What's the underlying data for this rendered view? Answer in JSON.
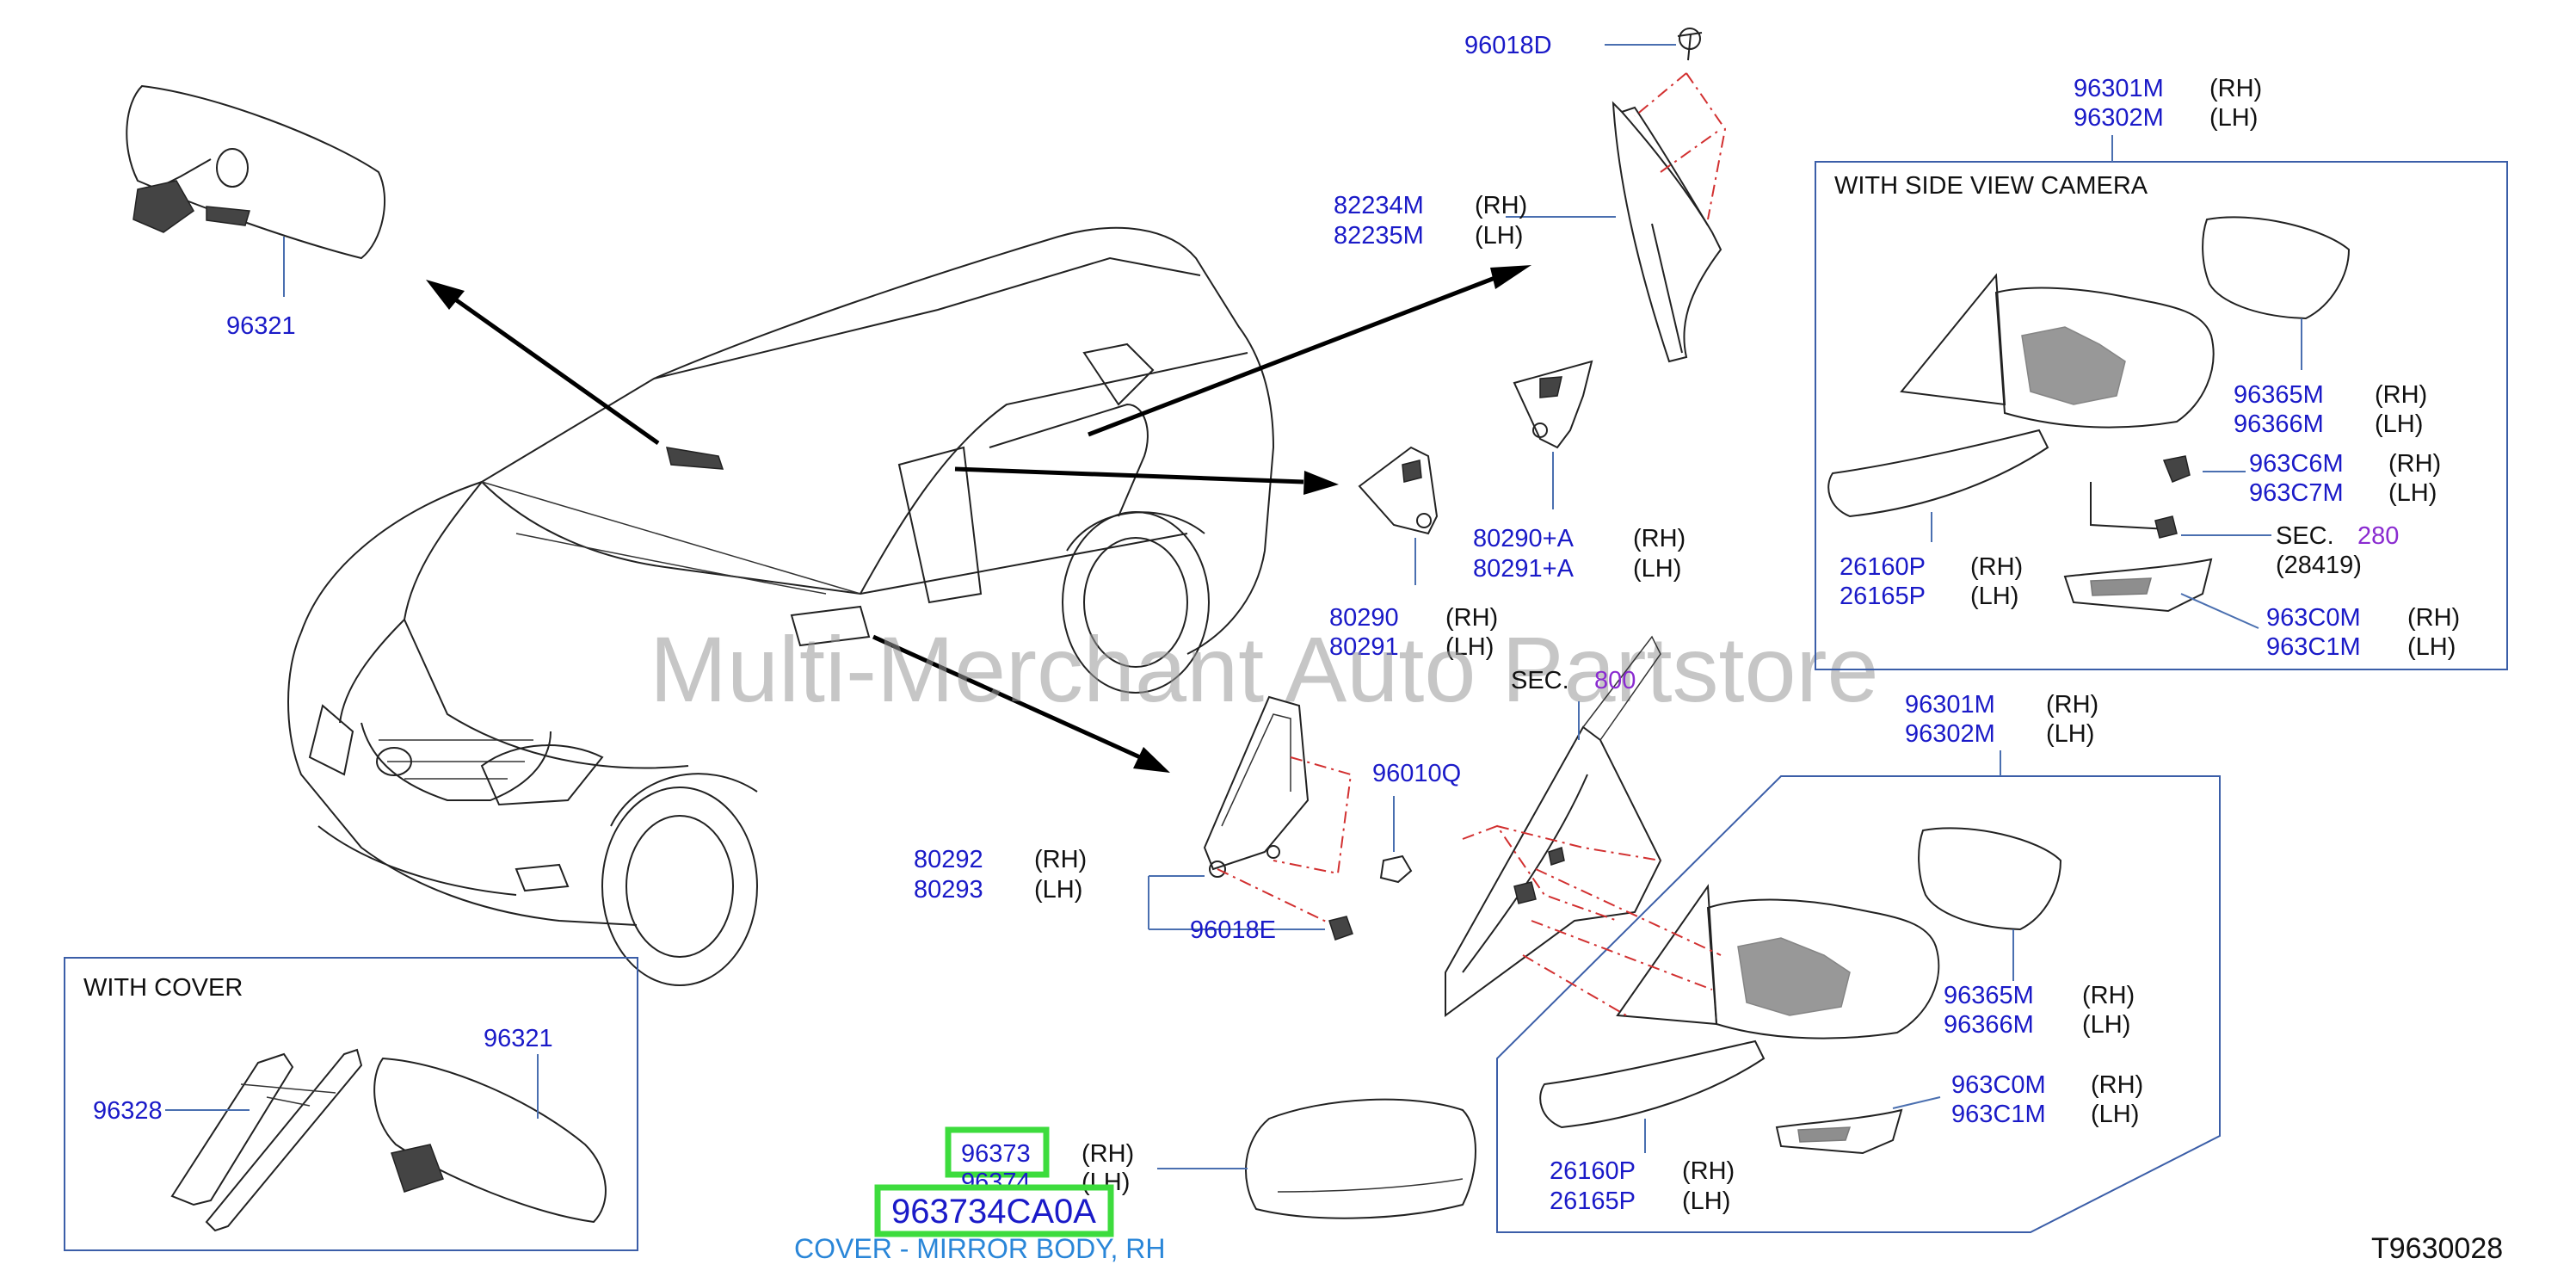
{
  "watermark": "Multi-Merchant Auto Partstore",
  "reference_code": "T9630028",
  "selected_part": {
    "highlight_number": "963734CA0A",
    "description": "COVER - MIRROR BODY, RH",
    "highlight_color": "#3ddc3d"
  },
  "callouts": {
    "p96018D": "96018D",
    "p82234M": "82234M",
    "p82234M_side": "(RH)",
    "p82235M": "82235M",
    "p82235M_side": "(LH)",
    "p96321_top": "96321",
    "p80290A": "80290+A",
    "p80290A_side": "(RH)",
    "p80291A": "80291+A",
    "p80291A_side": "(LH)",
    "p80290": "80290",
    "p80290_side": "(RH)",
    "p80291": "80291",
    "p80291_side": "(LH)",
    "sec800_prefix": "SEC.",
    "sec800_num": "800",
    "p96010Q": "96010Q",
    "p80292": "80292",
    "p80292_side": "(RH)",
    "p80293": "80293",
    "p80293_side": "(LH)",
    "p96018E": "96018E",
    "p96301M_mid": "96301M",
    "p96301M_mid_side": "(RH)",
    "p96302M_mid": "96302M",
    "p96302M_mid_side": "(LH)",
    "p96365M_mid": "96365M",
    "p96365M_mid_side": "(RH)",
    "p96366M_mid": "96366M",
    "p96366M_mid_side": "(LH)",
    "p963C0M_mid": "963C0M",
    "p963C0M_mid_side": "(RH)",
    "p963C1M_mid": "963C1M",
    "p963C1M_mid_side": "(LH)",
    "p26160P_mid": "26160P",
    "p26160P_mid_side": "(RH)",
    "p26165P_mid": "26165P",
    "p26165P_mid_side": "(LH)",
    "p96373": "96373",
    "p96373_side": "(RH)",
    "p96374": "96374",
    "p96374_side": "(LH)"
  },
  "camera_box": {
    "title": "WITH   SIDE   VIEW   CAMERA",
    "p96301M": "96301M",
    "p96301M_side": "(RH)",
    "p96302M": "96302M",
    "p96302M_side": "(LH)",
    "p96365M": "96365M",
    "p96365M_side": "(RH)",
    "p96366M": "96366M",
    "p96366M_side": "(LH)",
    "p963C6M": "963C6M",
    "p963C6M_side": "(RH)",
    "p963C7M": "963C7M",
    "p963C7M_side": "(LH)",
    "sec_prefix": "SEC.",
    "sec_num": "280",
    "sec_sub": "(28419)",
    "p26160P": "26160P",
    "p26160P_side": "(RH)",
    "p26165P": "26165P",
    "p26165P_side": "(LH)",
    "p963C0M": "963C0M",
    "p963C0M_side": "(RH)",
    "p963C1M": "963C1M",
    "p963C1M_side": "(LH)"
  },
  "cover_box": {
    "title": "WITH   COVER",
    "p96321": "96321",
    "p96328": "96328"
  }
}
